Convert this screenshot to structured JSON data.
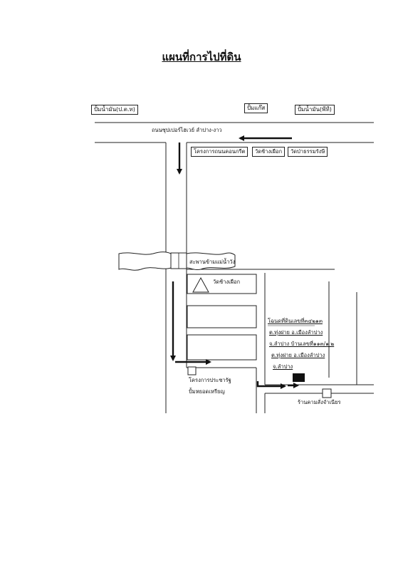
{
  "title": "แผนที่การไปที่ดิน",
  "top_labels": {
    "gas_station_ptt": "ปั้มน้ำมัน(ป.ต.ท)",
    "gas_station_gas": "ปั้มแก๊ส",
    "gas_station_pt": "ปั้มน้ำมัน(พีที)"
  },
  "road_bypass": "ถนนซุปเปอร์ไฮเวย์ ลำปาง-งาว",
  "places": {
    "project_top": "โครงการถนนคอนกรีต",
    "wat_chang_phueak_top": "วัดช้างเผือก",
    "wat_pa_dhamma": "วัดป่าธรรมรังษี",
    "bridge": "สะพานข้ามแม่น้ำวัง",
    "wat_chang_phueak": "วัดช้างเผือก",
    "project_bottom_1": "โครงการประชารัฐ",
    "project_bottom_2": "ปั้มหยอดเหรียญ",
    "shop": "ร้านคามสั่งจำเนียร"
  },
  "land_info": [
    "โฉนดที่ดินเลขที่๓๔๒๑๓",
    "ต.ทุ่งฝาย อ.เมืองลำปาง",
    "จ.ลำปาง บ้านเลขที่๑๑๓/๑ ๒",
    "ต.ทุ่งฝาย อ.เมืองลำปาง",
    "จ.ลำปาง"
  ],
  "colors": {
    "ink": "#111111",
    "paper": "#ffffff"
  },
  "icons": [
    "triangle-temple-icon",
    "destination-marker-icon",
    "direction-arrow-icon"
  ]
}
